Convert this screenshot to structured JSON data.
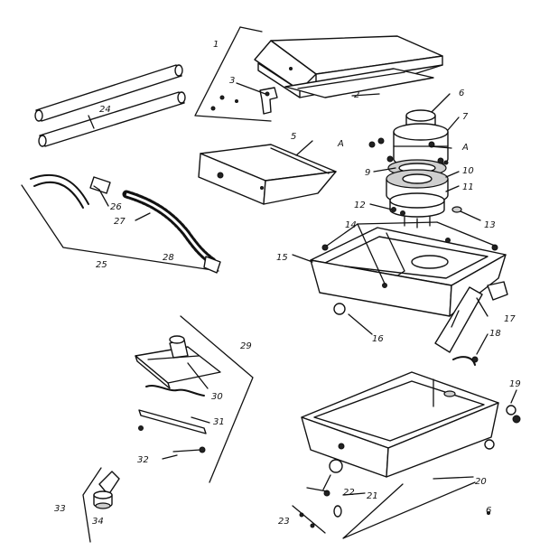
{
  "diagram": {
    "callouts": [
      {
        "id": "l1",
        "text": "1"
      },
      {
        "id": "l2",
        "text": "2"
      },
      {
        "id": "l3",
        "text": "3"
      },
      {
        "id": "l5",
        "text": "5"
      },
      {
        "id": "l6",
        "text": "6"
      },
      {
        "id": "l7",
        "text": "7"
      },
      {
        "id": "lA1",
        "text": "A"
      },
      {
        "id": "lA2",
        "text": "A"
      },
      {
        "id": "l9",
        "text": "9"
      },
      {
        "id": "l10",
        "text": "10"
      },
      {
        "id": "l11",
        "text": "11"
      },
      {
        "id": "l12",
        "text": "12"
      },
      {
        "id": "l13",
        "text": "13"
      },
      {
        "id": "l14",
        "text": "14"
      },
      {
        "id": "l15",
        "text": "15"
      },
      {
        "id": "l16",
        "text": "16"
      },
      {
        "id": "l17",
        "text": "17"
      },
      {
        "id": "l18",
        "text": "18"
      },
      {
        "id": "l19",
        "text": "19"
      },
      {
        "id": "l20",
        "text": "20"
      },
      {
        "id": "l21",
        "text": "21"
      },
      {
        "id": "l22",
        "text": "22"
      },
      {
        "id": "l23",
        "text": "23"
      },
      {
        "id": "l24",
        "text": "24"
      },
      {
        "id": "l25",
        "text": "25"
      },
      {
        "id": "l26",
        "text": "26"
      },
      {
        "id": "l27",
        "text": "27"
      },
      {
        "id": "l28",
        "text": "28"
      },
      {
        "id": "l29",
        "text": "29"
      },
      {
        "id": "l30",
        "text": "30"
      },
      {
        "id": "l31",
        "text": "31"
      },
      {
        "id": "l32",
        "text": "32"
      },
      {
        "id": "l33",
        "text": "33"
      },
      {
        "id": "l34",
        "text": "34"
      },
      {
        "id": "l6b",
        "text": "6"
      }
    ]
  }
}
